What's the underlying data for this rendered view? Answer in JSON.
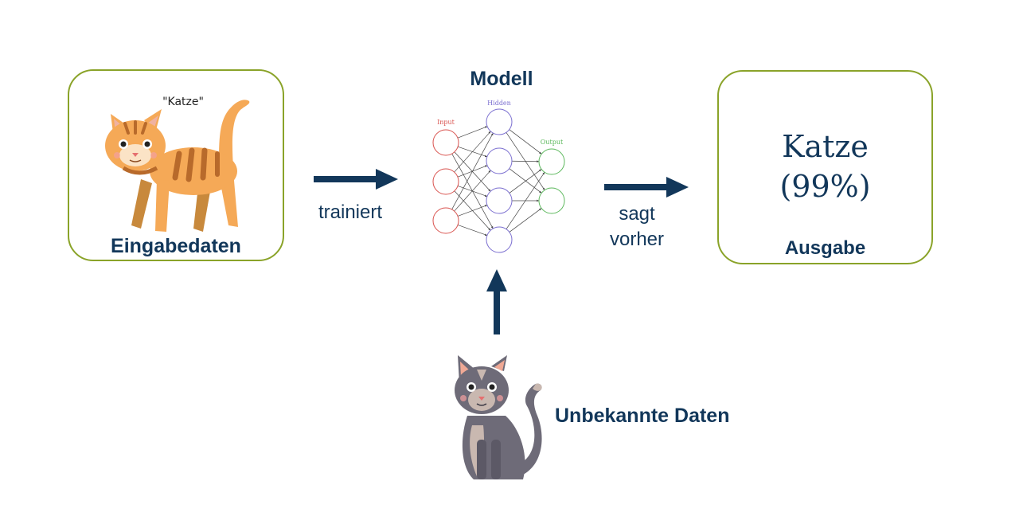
{
  "input": {
    "label": "Eingabedaten",
    "tag": "\"Katze\"",
    "image_icon": "orange-cat-icon"
  },
  "model": {
    "title": "Modell",
    "layers": {
      "input": "Input",
      "hidden": "Hidden",
      "output": "Output"
    },
    "node_counts": [
      3,
      4,
      2
    ]
  },
  "edges": {
    "train": "trainiert",
    "predict_line1": "sagt",
    "predict_line2": "vorher"
  },
  "output": {
    "label": "Ausgabe",
    "class_name": "Katze",
    "probability": "(99%)"
  },
  "unknown": {
    "label": "Unbekannte Daten",
    "image_icon": "gray-cat-icon"
  },
  "colors": {
    "box_border": "#8aa329",
    "text": "#12375a",
    "arrow": "#12375a",
    "input_nodes": "#d9534f",
    "hidden_nodes": "#7b6fd0",
    "output_nodes": "#5cb85c"
  }
}
